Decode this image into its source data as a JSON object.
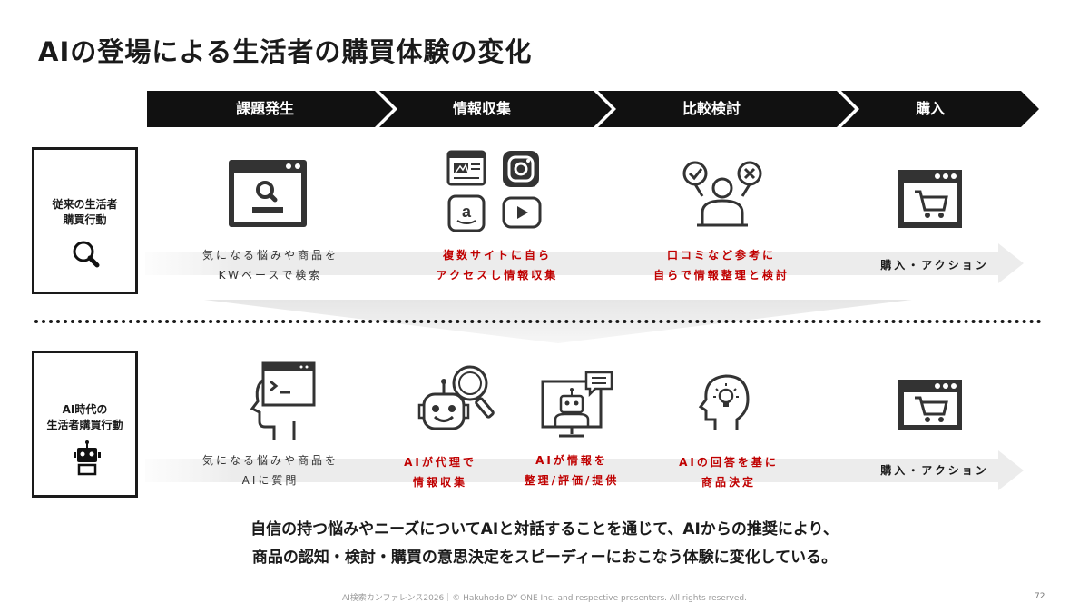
{
  "title": "AIの登場による生活者の購買体験の変化",
  "stages": [
    "課題発生",
    "情報収集",
    "比較検討",
    "購入"
  ],
  "rows": {
    "traditional": {
      "label_lines": [
        "従来の生活者",
        "購買行動"
      ],
      "captions": [
        {
          "lines": [
            "気になる悩みや商品を",
            "KWベースで検索"
          ]
        },
        {
          "lines": [
            "複数サイトに自ら",
            "アクセスし情報収集"
          ]
        },
        {
          "lines": [
            "口コミなど参考に",
            "自らで情報整理と検討"
          ]
        },
        {
          "lines": [
            "購入・アクション"
          ]
        }
      ]
    },
    "ai": {
      "label_lines": [
        "AI時代の",
        "生活者購買行動"
      ],
      "captions": [
        {
          "lines": [
            "気になる悩みや商品を",
            "AIに質問"
          ]
        },
        {
          "lines": [
            "AIが代理で",
            "情報収集"
          ]
        },
        {
          "lines": [
            "AIが情報を",
            "整理/評価/提供"
          ]
        },
        {
          "lines": [
            "AIの回答を基に",
            "商品決定"
          ]
        },
        {
          "lines": [
            "購入・アクション"
          ]
        }
      ]
    }
  },
  "icons": {
    "search_browser": "search-window-icon",
    "site_icons": [
      "news-site-icon",
      "instagram-icon",
      "amazon-icon",
      "youtube-icon"
    ],
    "compare": "person-check-cross-icon",
    "cart": "cart-window-icon",
    "magnifier": "magnifier-icon",
    "terminal_head": "terminal-head-icon",
    "robot_search": "robot-search-icon",
    "robot_monitor": "robot-monitor-icon",
    "idea_head": "idea-head-icon",
    "robot_small": "robot-icon"
  },
  "summary_lines": [
    "自信の持つ悩みやニーズについてAIと対話することを通じて、AIからの推奨により、",
    "商品の認知・検討・購買の意思決定をスピーディーにおこなう体験に変化している。"
  ],
  "footer": "AI検索カンファレンス2026｜© Hakuhodo DY ONE Inc. and respective presenters. All rights reserved.",
  "page_number": "72",
  "colors": {
    "accent_red": "#c00000",
    "dark": "#1a1a1a",
    "band": "#e8e8e8"
  }
}
